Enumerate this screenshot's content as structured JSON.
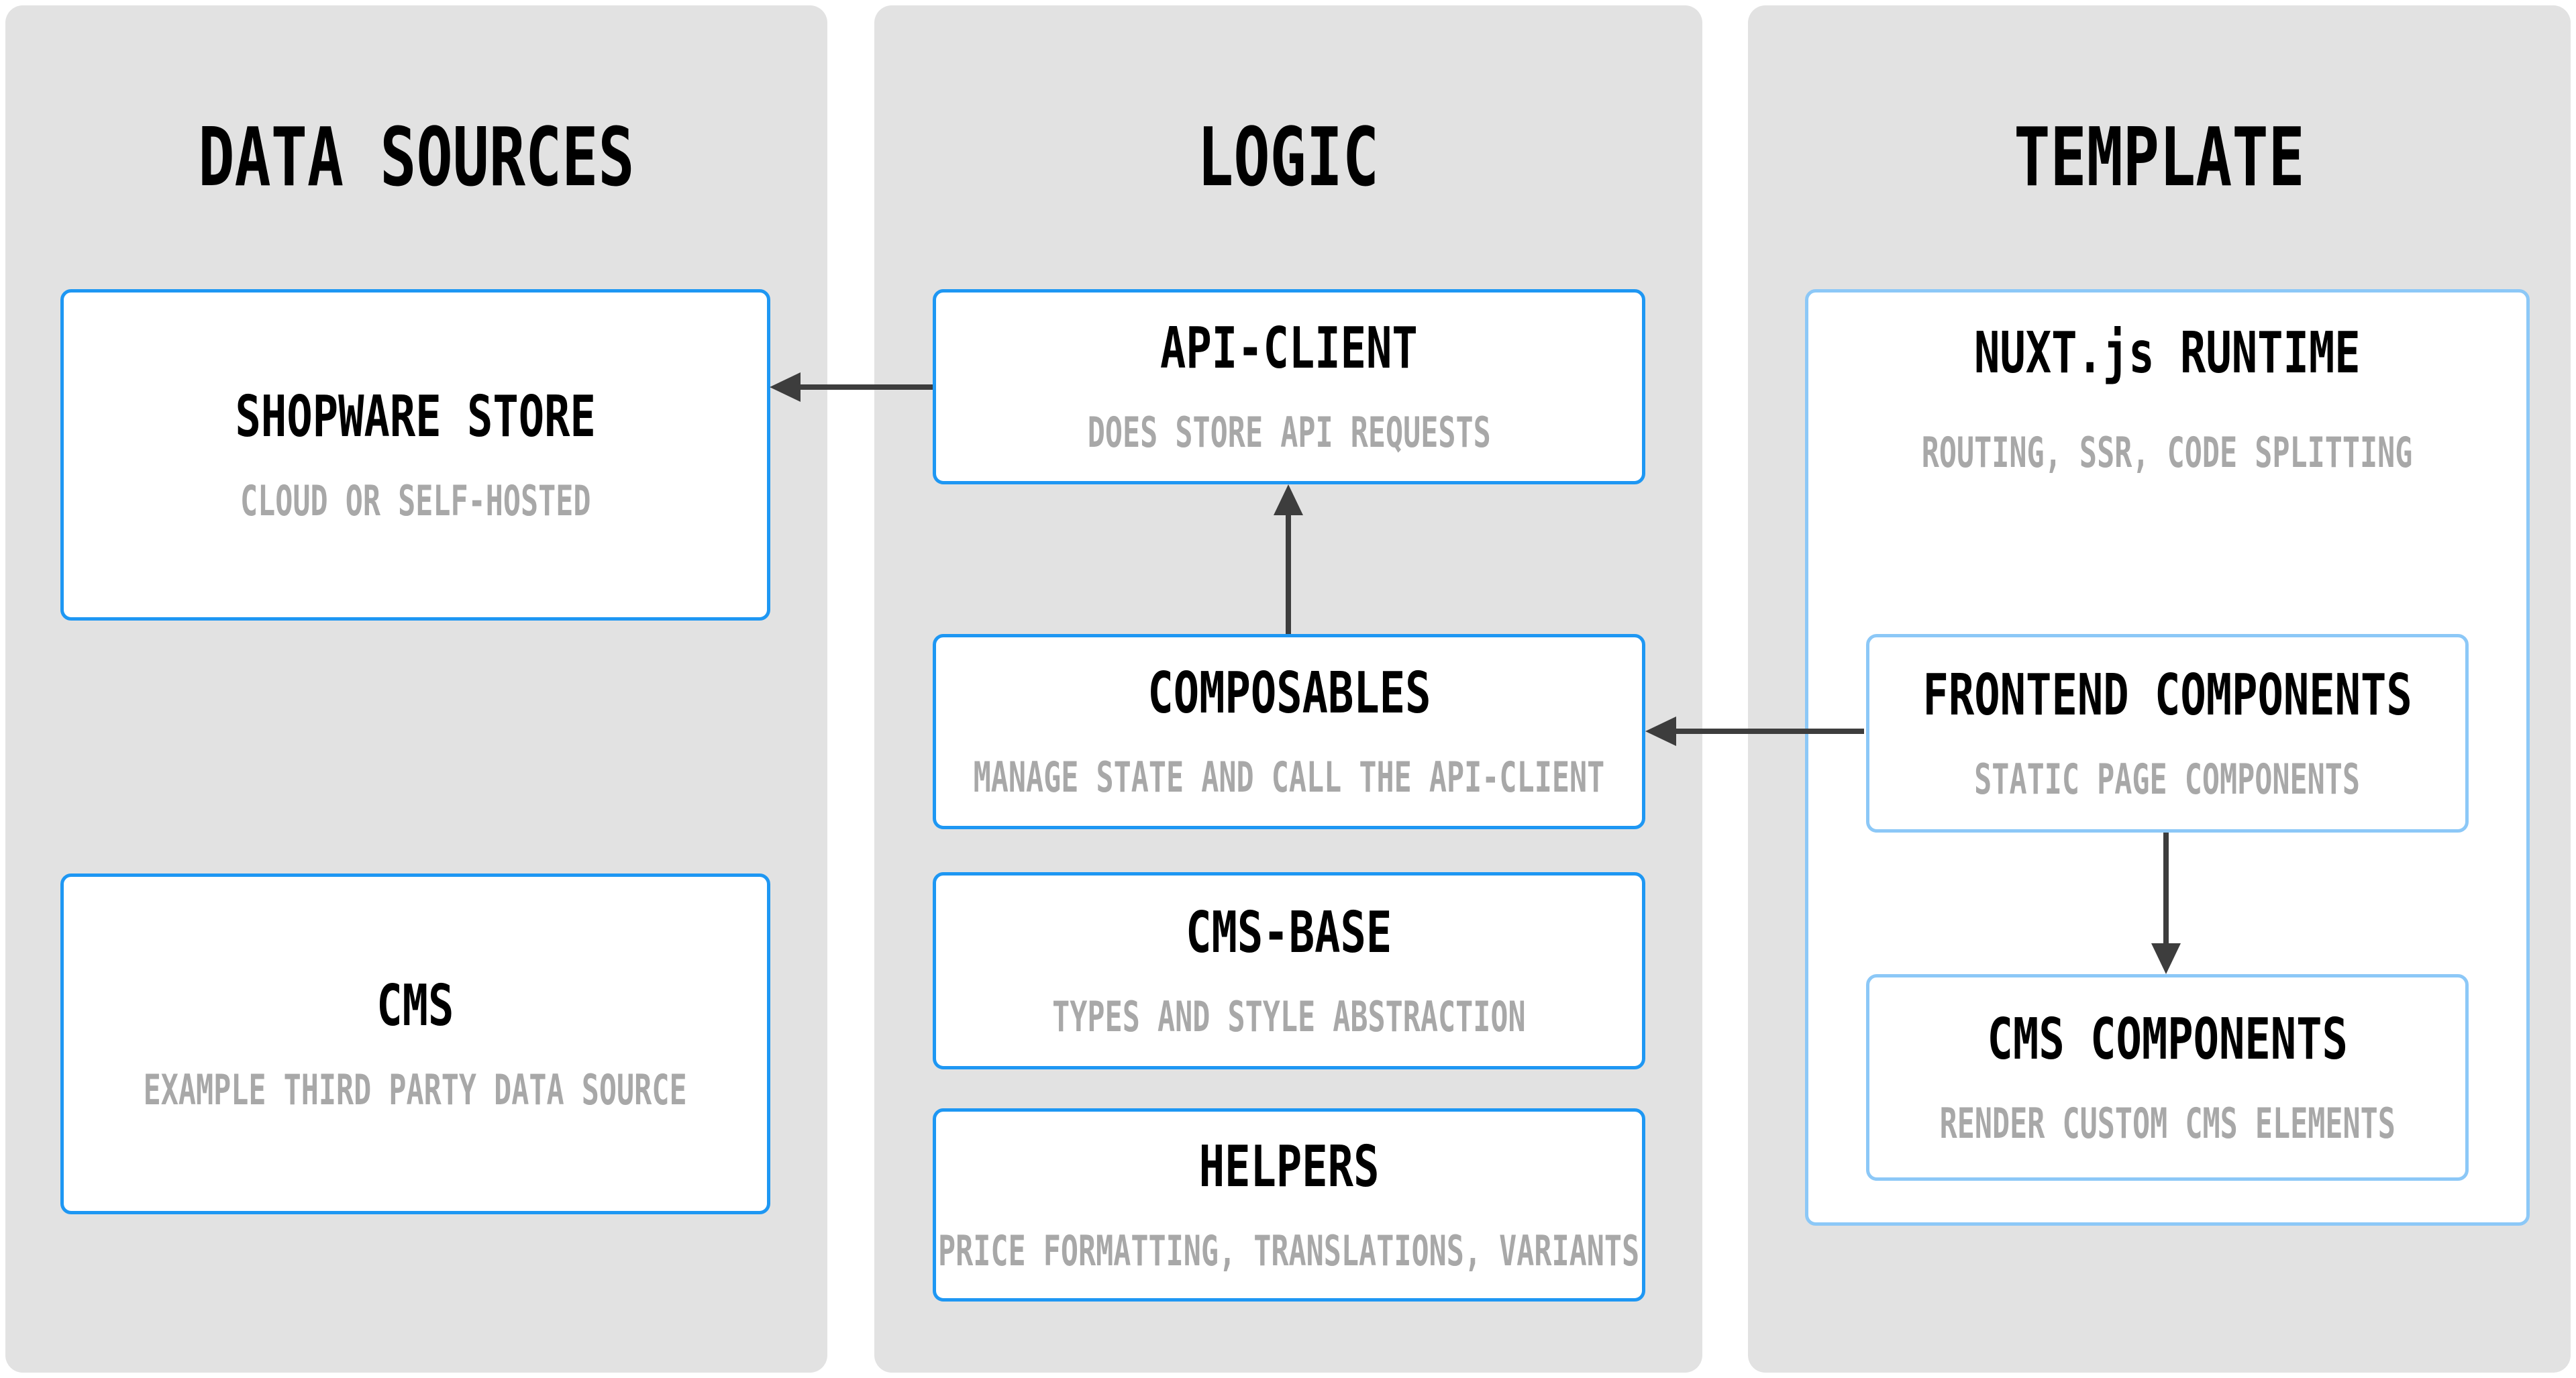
{
  "diagram": {
    "columns": [
      {
        "id": "data-sources",
        "title": "DATA SOURCES",
        "boxes": [
          "shopware",
          "cms"
        ]
      },
      {
        "id": "logic",
        "title": "LOGIC",
        "boxes": [
          "api_client",
          "composables",
          "cms_base",
          "helpers"
        ]
      },
      {
        "id": "template",
        "title": "TEMPLATE",
        "boxes": [
          "nuxt_runtime",
          "frontend_components",
          "cms_components"
        ]
      }
    ],
    "boxes": {
      "shopware": {
        "title": "SHOPWARE STORE",
        "subtitle": "CLOUD OR SELF-HOSTED"
      },
      "cms": {
        "title": "CMS",
        "subtitle": "EXAMPLE THIRD PARTY DATA SOURCE"
      },
      "api_client": {
        "title": "API-CLIENT",
        "subtitle": "DOES STORE API REQUESTS"
      },
      "composables": {
        "title": "COMPOSABLES",
        "subtitle": "MANAGE STATE AND CALL THE API-CLIENT"
      },
      "cms_base": {
        "title": "CMS-BASE",
        "subtitle": "TYPES AND STYLE ABSTRACTION"
      },
      "helpers": {
        "title": "HELPERS",
        "subtitle": "PRICE FORMATTING, TRANSLATIONS, VARIANTS"
      },
      "nuxt_runtime": {
        "title": "NUXT.js RUNTIME",
        "subtitle": "ROUTING, SSR, CODE SPLITTING"
      },
      "frontend_components": {
        "title": "FRONTEND COMPONENTS",
        "subtitle": "STATIC PAGE COMPONENTS"
      },
      "cms_components": {
        "title": "CMS COMPONENTS",
        "subtitle": "RENDER CUSTOM CMS ELEMENTS"
      }
    },
    "arrows": [
      {
        "from": "api_client",
        "to": "shopware",
        "direction": "left"
      },
      {
        "from": "composables",
        "to": "api_client",
        "direction": "up"
      },
      {
        "from": "frontend_components",
        "to": "composables",
        "direction": "left"
      },
      {
        "from": "frontend_components",
        "to": "cms_components",
        "direction": "down"
      }
    ],
    "colors": {
      "page_bg": "#ffffff",
      "col_bg": "#e2e2e2",
      "border_strong": "#1e97f3",
      "border_light": "#8cc8f7",
      "subtitle": "#a8a8a8",
      "arrow": "#3d3d3d",
      "title_color": "#000000"
    }
  }
}
